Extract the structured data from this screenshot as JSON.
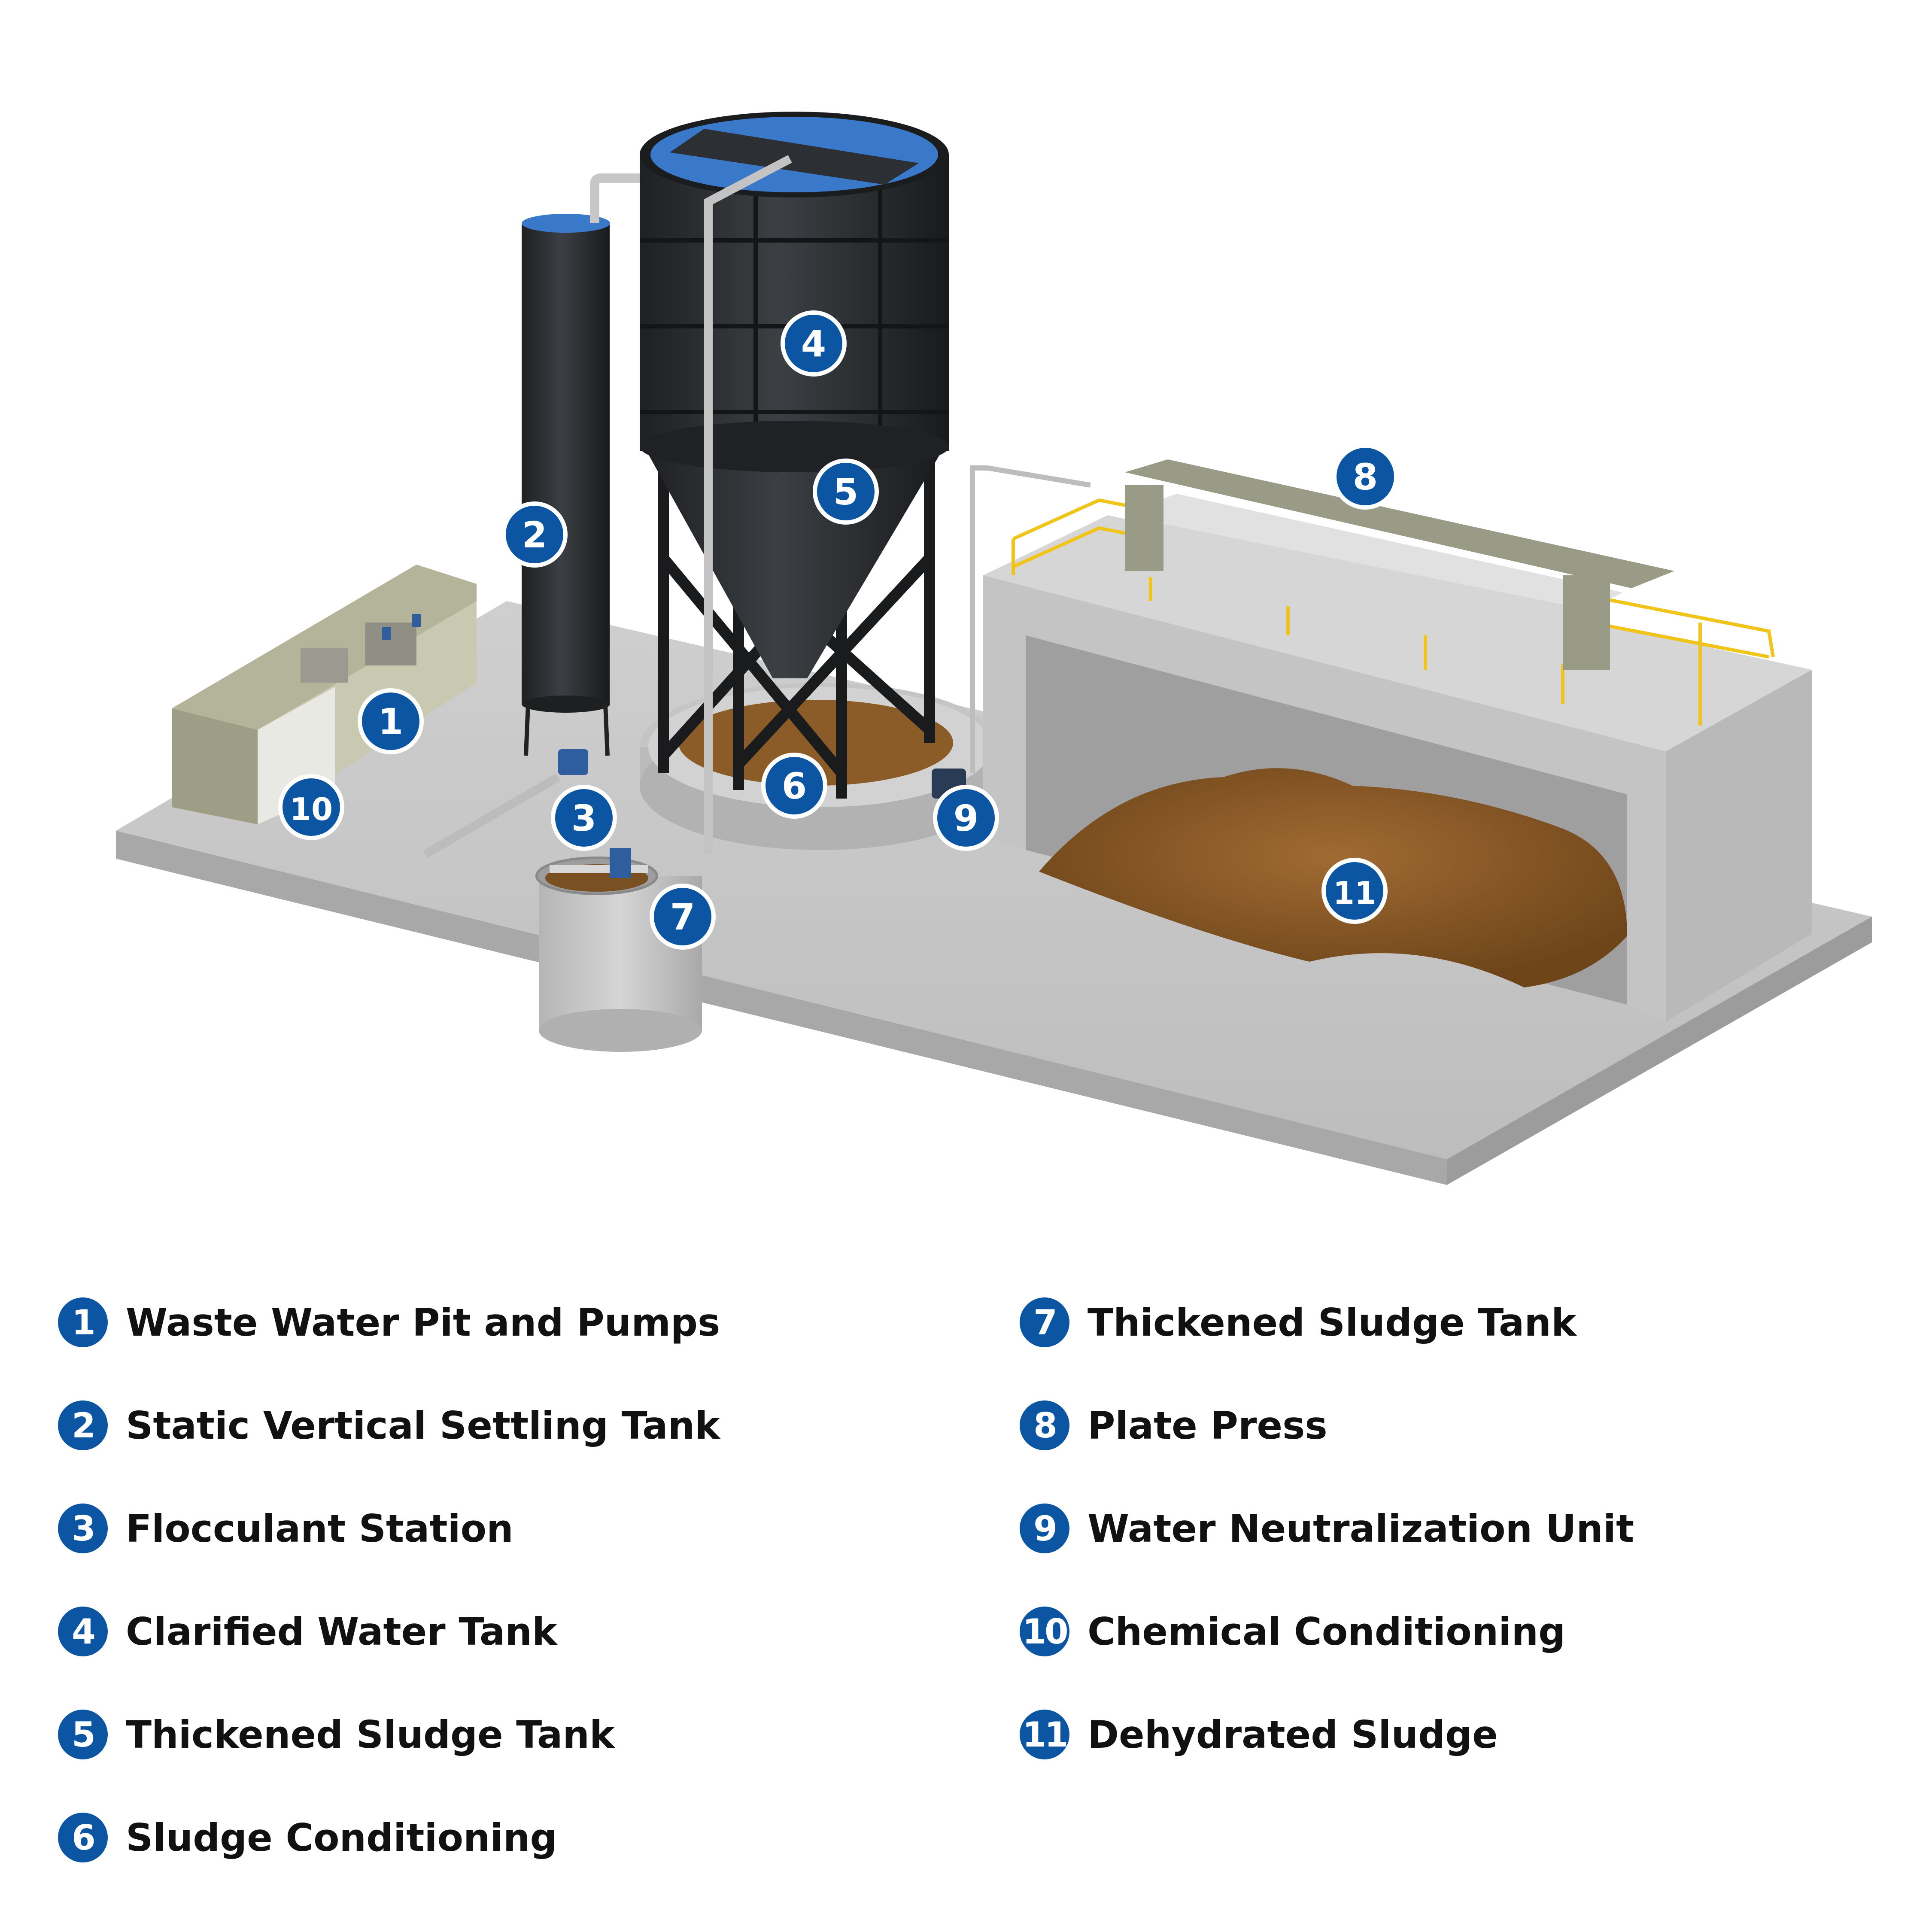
{
  "brand_colors": {
    "marker": "#0b55a3",
    "slab": "#c8c8c8",
    "tank": "#2b2d30",
    "water": "#3a78c9",
    "sludge": "#8a5a2a",
    "railing": "#f0c419"
  },
  "markers": [
    "1",
    "2",
    "3",
    "4",
    "5",
    "6",
    "7",
    "8",
    "9",
    "10",
    "11"
  ],
  "legend": [
    {
      "num": "1",
      "label": "Waste Water Pit and Pumps"
    },
    {
      "num": "2",
      "label": "Static Vertical Settling Tank"
    },
    {
      "num": "3",
      "label": "Flocculant Station"
    },
    {
      "num": "4",
      "label": "Clarified Water Tank"
    },
    {
      "num": "5",
      "label": "Thickened Sludge Tank"
    },
    {
      "num": "6",
      "label": "Sludge Conditioning"
    },
    {
      "num": "7",
      "label": "Thickened Sludge Tank"
    },
    {
      "num": "8",
      "label": "Plate Press"
    },
    {
      "num": "9",
      "label": "Water Neutralization Unit"
    },
    {
      "num": "10",
      "label": "Chemical Conditioning"
    },
    {
      "num": "11",
      "label": "Dehydrated Sludge"
    }
  ]
}
